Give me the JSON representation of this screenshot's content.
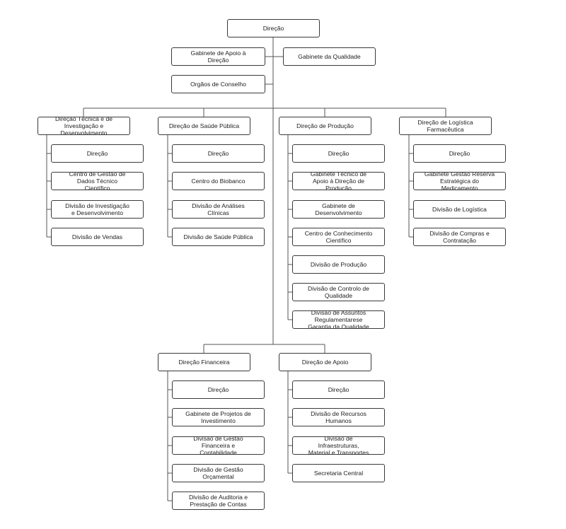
{
  "top": {
    "direcao": "Direção",
    "gabinete_apoio": "Gabinete de Apoio à\nDireção",
    "gabinete_qualidade": "Gabinete da Qualidade",
    "orgaos_conselho": "Orgãos de Conselho"
  },
  "directorates": {
    "tecnica": {
      "title": "Direção Técnica e de\nInvestigação e\nDesenvolvimento",
      "units": [
        "Direção",
        "Centro de Gestão de\nDados Técnico\nCientífico",
        "Divisão de Investigação\ne Desenvolvimento",
        "Divisão de Vendas"
      ]
    },
    "saude_publica": {
      "title": "Direção de Saúde Pública",
      "units": [
        "Direção",
        "Centro do Biobanco",
        "Divisão de Análises\nClínicas",
        "Divisão de Saúde Pública"
      ]
    },
    "producao": {
      "title": "Direção de Produção",
      "units": [
        "Direção",
        "Gabinete Técnico de\nApoio à Direção de\nProdução",
        "Gabinete de\nDesenvolvimento",
        "Centro de Conhecimento\nCientífico",
        "Divisão de Produção",
        "Divisão de Controlo de\nQualidade",
        "Divisão de Assuntos\nRegulamentarese\nGarantia da Qualidade"
      ]
    },
    "logistica": {
      "title": "Direção de Logística\nFarmacêutica",
      "units": [
        "Direção",
        "Gabinete Gestão Reserva\nEstratégica do\nMedicamento",
        "Divisão de Logística",
        "Divisão de Compras e\nContratação"
      ]
    },
    "financeira": {
      "title": "Direção Financeira",
      "units": [
        "Direção",
        "Gabinete de Projetos de\nInvestimento",
        "Divisão de Gestão\nFinanceira e\nContabilidade",
        "Divisão de Gestão\nOrçamental",
        "Divisão de Auditoria e\nPrestação de Contas"
      ]
    },
    "apoio": {
      "title": "Direção de Apoio",
      "units": [
        "Direção",
        "Divisão de Recursos\nHumanos",
        "Divisão de\nInfraestruturas,\nMaterial e Transportes",
        "Secretaria Central"
      ]
    }
  }
}
